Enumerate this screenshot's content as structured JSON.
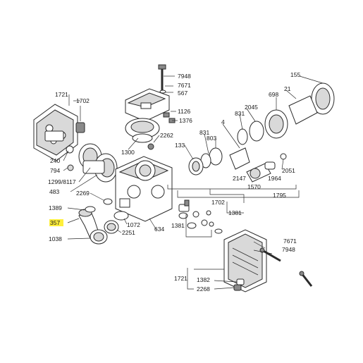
{
  "labels": {
    "p7948a": "7948",
    "p7671a": "7671",
    "p567": "567",
    "p155": "155",
    "p1721a": "1721",
    "p1702a": "1702",
    "p21": "21",
    "p698": "698",
    "p1126": "1126",
    "p1376": "1376",
    "p2045": "2045",
    "p831a": "831",
    "p2262": "2262",
    "p4": "4",
    "p803": "803",
    "p831b": "831",
    "p1300": "1300",
    "p240": "240",
    "p794": "794",
    "p133": "133",
    "p2051": "2051",
    "p1299": "1299/8117",
    "p2147": "2147",
    "p1964": "1964",
    "p1570": "1570",
    "p1795": "1795",
    "p483": "483",
    "p2269": "2269",
    "p1702b": "1702",
    "p1389": "1389",
    "p1381a": "1381",
    "p357": "357",
    "p1072": "1072",
    "p2251": "2251",
    "p634": "634",
    "p1381b": "1381",
    "p1038": "1038",
    "p7671b": "7671",
    "p7948b": "7948",
    "p1721b": "1721",
    "p1382": "1382",
    "p2268": "2268"
  },
  "highlight_color": "#ffef3a"
}
